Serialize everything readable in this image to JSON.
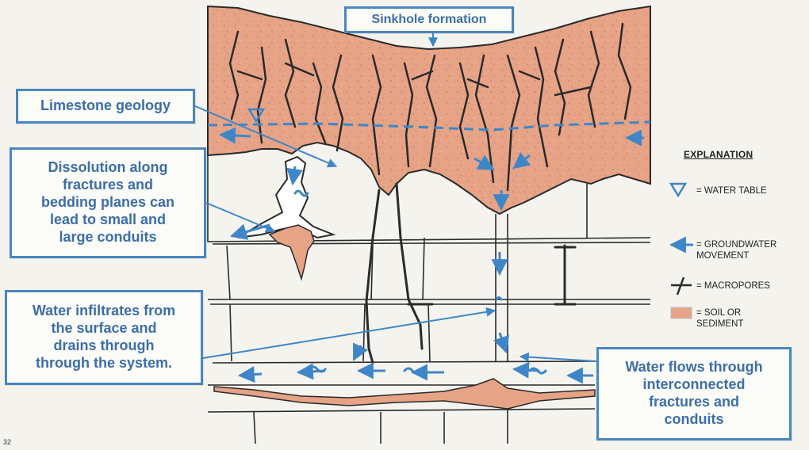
{
  "callouts": {
    "sinkhole": "Sinkhole formation",
    "limestone": "Limestone geology",
    "dissolution": [
      "Dissolution along",
      "fractures and",
      "bedding planes can",
      "lead to small and",
      "large conduits"
    ],
    "infiltrates": [
      "Water infiltrates from",
      "the surface and",
      "drains through",
      "through the system."
    ],
    "flows": [
      "Water flows through",
      "interconnected",
      "fractures and",
      "conduits"
    ]
  },
  "legend": {
    "title": "EXPLANATION",
    "water_table": "= WATER TABLE",
    "groundwater": [
      "= GROUNDWATER",
      "MOVEMENT"
    ],
    "macropores": "= MACROPORES",
    "soil": [
      "= SOIL OR",
      "SEDIMENT"
    ]
  },
  "slide_number": "32",
  "colors": {
    "soil": "#e6a386",
    "water": "#3f86c8",
    "callout_border": "#4a86c0",
    "callout_text": "#3c6ea8",
    "rock_line": "#2a2a2a"
  },
  "icons": {
    "water_table": "inverted-triangle-icon",
    "groundwater": "left-arrow-icon",
    "macropores": "macropore-symbol-icon",
    "soil": "soil-swatch-icon"
  }
}
